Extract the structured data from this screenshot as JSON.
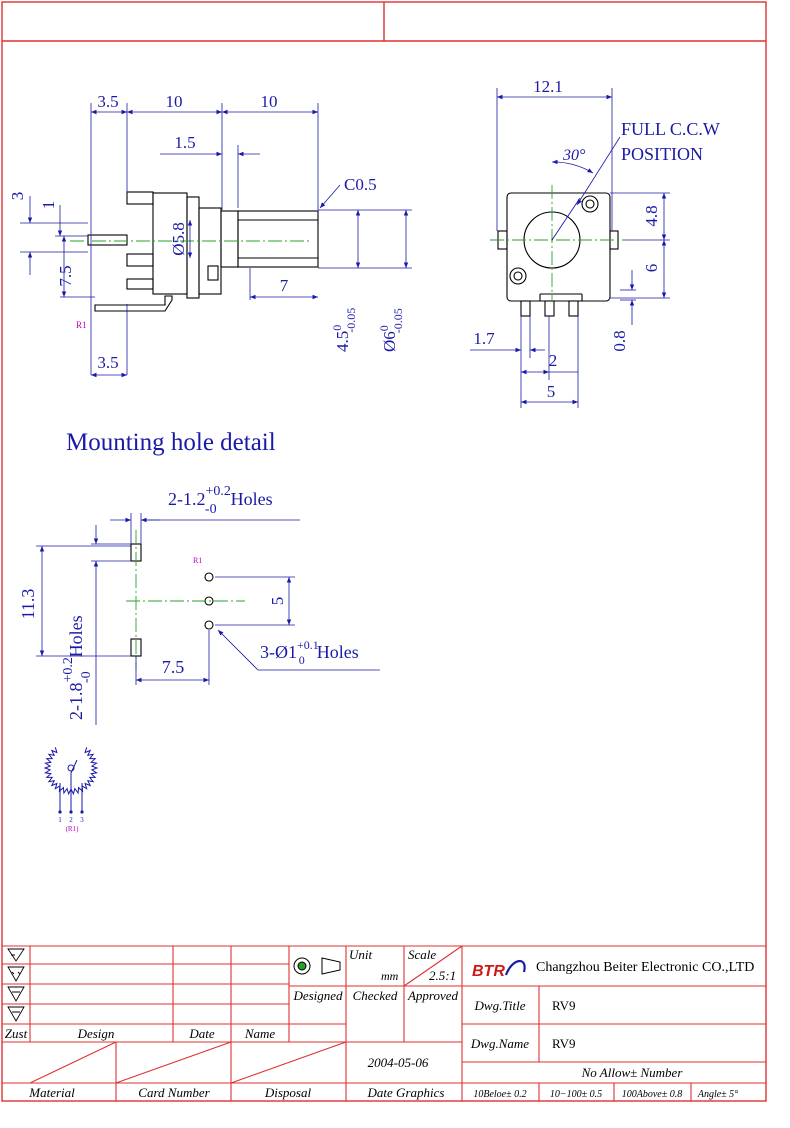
{
  "colors": {
    "border": "#e03030",
    "dimension": "#1a1aa8",
    "center_line": "#2aa02a",
    "pin_label": "#c000c0",
    "logo": "#d01818"
  },
  "side_view": {
    "dims": {
      "d3_5_top": "3.5",
      "d10_a": "10",
      "d10_b": "10",
      "d1_5": "1.5",
      "d3": "3",
      "d1": "1",
      "d7_5": "7.5",
      "d7": "7",
      "d3_5_bottom": "3.5",
      "dia5_8": "Ø5.8"
    },
    "chamfer": "C0.5",
    "shaft_tol": {
      "base": "4.5",
      "upper": "0",
      "lower": "-0.05"
    },
    "knob_tol": {
      "base": "Ø6",
      "upper": "0",
      "lower": "-0.05"
    },
    "pin_label": "R1"
  },
  "front_view": {
    "dims": {
      "d12_1": "12.1",
      "angle": "30°",
      "d4_8": "4.8",
      "d6": "6",
      "d1_7": "1.7",
      "d2": "2",
      "d0_8": "0.8",
      "d5": "5"
    },
    "note_line1": "FULL C.C.W",
    "note_line2": "POSITION"
  },
  "mounting": {
    "title": "Mounting hole detail",
    "holes_top": {
      "base": "2-1.2",
      "upper": "+0.2",
      "lower": "-0",
      "suffix": "Holes"
    },
    "holes_side": {
      "base": "2-1.8",
      "upper": "+0.2",
      "lower": "-0",
      "suffix": "Holes"
    },
    "pin_holes": {
      "base": "3-Ø1",
      "upper": "+0.1",
      "lower": "0",
      "suffix": "Holes"
    },
    "d11_3": "11.3",
    "d7_5": "7.5",
    "d5": "5",
    "pin_label": "R1"
  },
  "schematic": {
    "pins": [
      "1",
      "2",
      "3"
    ],
    "label": "(R1)"
  },
  "title_block": {
    "rev_header": {
      "zust": "Zust",
      "design": "Design",
      "date": "Date",
      "name": "Name"
    },
    "unit_label": "Unit",
    "unit_value": "mm",
    "scale_label": "Scale",
    "scale_value": "2.5:1",
    "roles": {
      "designed": "Designed",
      "checked": "Checked",
      "approved": "Approved"
    },
    "company_logo": "BTR",
    "company": "Changzhou Beiter Electronic CO.,LTD",
    "dwg_title_label": "Dwg.Title",
    "dwg_title": "RV9",
    "dwg_name_label": "Dwg.Name",
    "dwg_name": "RV9",
    "date": "2004-05-06",
    "no_allow": "No Allow± Number",
    "bottom": {
      "material": "Material",
      "card_number": "Card Number",
      "disposal": "Disposal",
      "date_graphics": "Date Graphics"
    },
    "tolerances": {
      "t1": "10Beloe± 0.2",
      "t2": "10−100± 0.5",
      "t3": "100Above± 0.8",
      "t4": "Angle± 5°"
    }
  }
}
